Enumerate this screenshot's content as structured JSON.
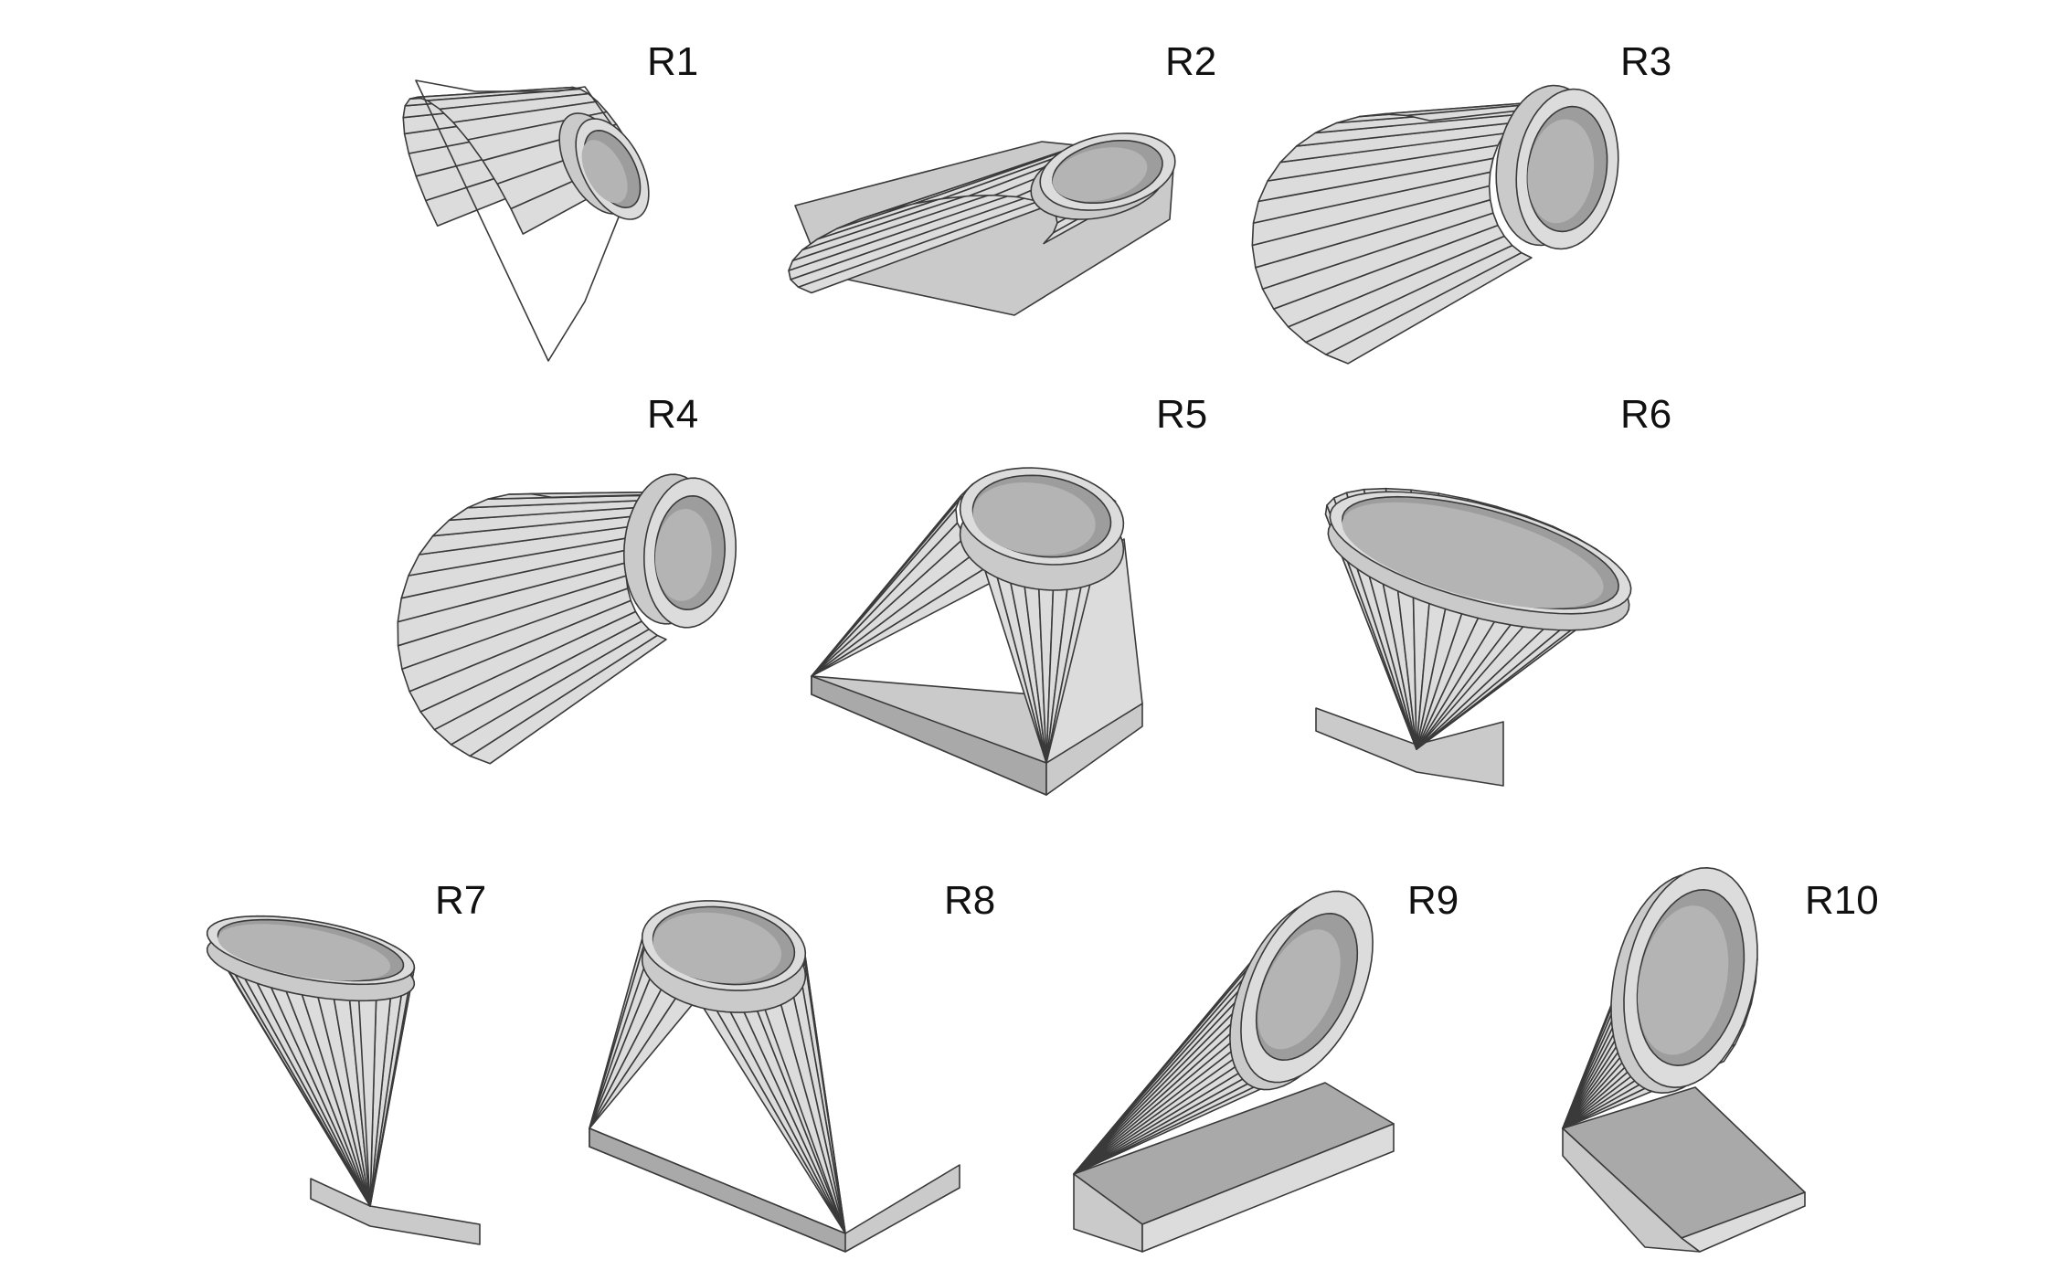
{
  "figure": {
    "panels": [
      {
        "id": "R1",
        "label": "R1"
      },
      {
        "id": "R2",
        "label": "R2"
      },
      {
        "id": "R3",
        "label": "R3"
      },
      {
        "id": "R4",
        "label": "R4"
      },
      {
        "id": "R5",
        "label": "R5"
      },
      {
        "id": "R6",
        "label": "R6"
      },
      {
        "id": "R7",
        "label": "R7"
      },
      {
        "id": "R8",
        "label": "R8"
      },
      {
        "id": "R9",
        "label": "R9"
      },
      {
        "id": "R10",
        "label": "R10"
      }
    ],
    "colors": {
      "light": "#dcdcdc",
      "mid": "#cacaca",
      "dark": "#a9a9a9",
      "inner": "#9d9d9d",
      "edge": "#3a3a3a"
    }
  }
}
